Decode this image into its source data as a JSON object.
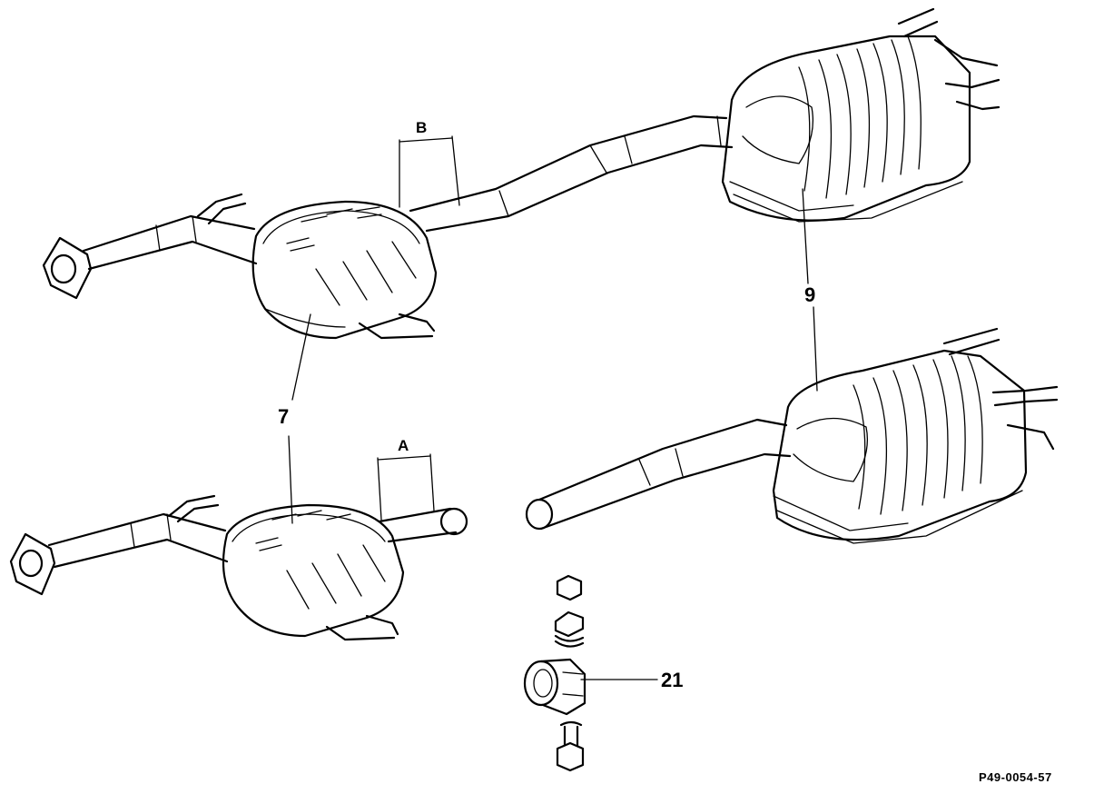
{
  "labels": {
    "part_7": "7",
    "part_9": "9",
    "part_21": "21",
    "dim_a": "A",
    "dim_b": "B"
  },
  "reference_code": "P49-0054-57"
}
